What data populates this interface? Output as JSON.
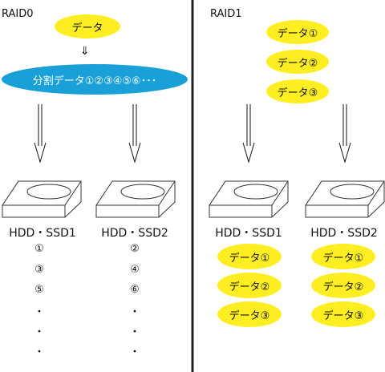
{
  "raid0": {
    "title": "RAID0",
    "top_label": "データ",
    "arrow_glyph": "⇓",
    "split_label": "分割データ①②③④⑤⑥･･･",
    "disk1": {
      "name": "HDD・SSD1",
      "items": [
        "①",
        "③",
        "⑤",
        "・",
        "・",
        "・"
      ]
    },
    "disk2": {
      "name": "HDD・SSD2",
      "items": [
        "②",
        "④",
        "⑥",
        "・",
        "・",
        "・"
      ]
    }
  },
  "raid1": {
    "title": "RAID1",
    "data_items": [
      "データ①",
      "データ②",
      "データ③"
    ],
    "disk1": {
      "name": "HDD・SSD1",
      "items": [
        "データ①",
        "データ②",
        "データ③"
      ]
    },
    "disk2": {
      "name": "HDD・SSD2",
      "items": [
        "データ①",
        "データ②",
        "データ③"
      ]
    }
  },
  "colors": {
    "data_yellow": "#ffee22",
    "split_blue": "#1aa0d8",
    "divider": "#222222"
  }
}
